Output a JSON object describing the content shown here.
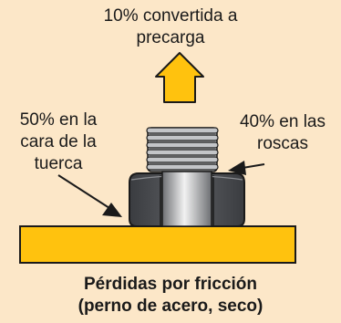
{
  "labels": {
    "precarga": [
      "10% convertida a",
      "precarga"
    ],
    "cara_tuerca": [
      "50% en la",
      "cara de la",
      "tuerca"
    ],
    "roscas": [
      "40% en las",
      "roscas"
    ]
  },
  "caption": [
    "Pérdidas por fricción",
    "(perno de acero, seco)"
  ],
  "colors": {
    "background": "#fce7c8",
    "plate": "#ffc20e",
    "arrow": "#ffc20e",
    "nut": "#4d4f53",
    "bolt_shank": "#9a9ca0",
    "thread": "#c8cacd",
    "outline": "#1a1a1a"
  }
}
